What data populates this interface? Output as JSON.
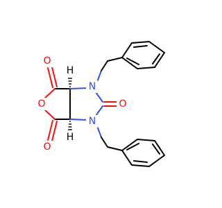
{
  "molecule": {
    "atom_labels": {
      "ring_oxygen": "O",
      "carbonyl_oxygen_top": "O",
      "carbonyl_oxygen_bottom": "O",
      "urea_oxygen": "O",
      "nitrogen_top": "N",
      "nitrogen_bottom": "N",
      "hydrogen_top": "H",
      "hydrogen_bottom": "H"
    },
    "colors": {
      "oxygen": "#ff0d0d",
      "nitrogen": "#3050f8",
      "carbon": "#000000",
      "background": "#ffffff"
    }
  }
}
